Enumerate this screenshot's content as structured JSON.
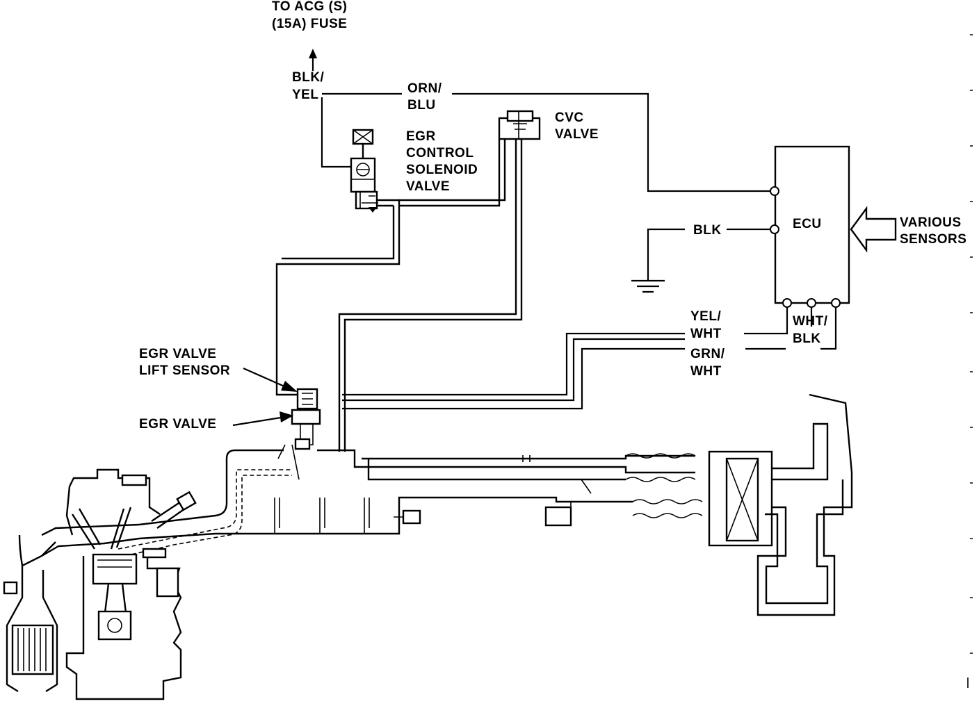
{
  "labels": {
    "fuse_line1": "TO ACG (S)",
    "fuse_line2": "(15A) FUSE",
    "blk_yel_1": "BLK/",
    "blk_yel_2": "YEL",
    "orn_blu_1": "ORN/",
    "orn_blu_2": "BLU",
    "egr_sol_1": "EGR",
    "egr_sol_2": "CONTROL",
    "egr_sol_3": "SOLENOID",
    "egr_sol_4": "VALVE",
    "cvc_1": "CVC",
    "cvc_2": "VALVE",
    "ecu": "ECU",
    "blk": "BLK",
    "sensors_1": "VARIOUS",
    "sensors_2": "SENSORS",
    "yel_wht_1": "YEL/",
    "yel_wht_2": "WHT",
    "wht_blk_1": "WHT/",
    "wht_blk_2": "BLK",
    "grn_wht_1": "GRN/",
    "grn_wht_2": "WHT",
    "lift_1": "EGR VALVE",
    "lift_2": "LIFT SENSOR",
    "egr_valve": "EGR VALVE"
  }
}
